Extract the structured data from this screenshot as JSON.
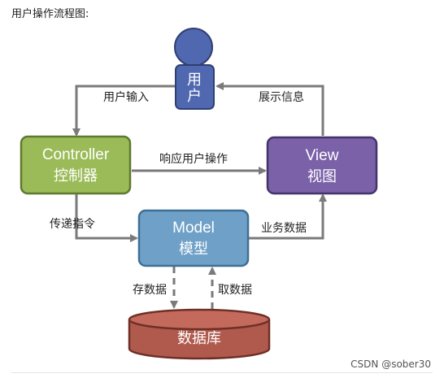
{
  "page": {
    "title": "用户操作流程图:",
    "watermark": "CSDN @sober30"
  },
  "nodes": {
    "user": {
      "label_line1": "用",
      "label_line2": "户",
      "color": "#5068b0"
    },
    "controller": {
      "label_en": "Controller",
      "label_zh": "控制器",
      "color": "#9bbb59"
    },
    "view": {
      "label_en": "View",
      "label_zh": "视图",
      "color": "#7a61a8"
    },
    "model": {
      "label_en": "Model",
      "label_zh": "模型",
      "color": "#6ea0c8"
    },
    "database": {
      "label": "数据库",
      "color": "#b05a4e"
    }
  },
  "edges": {
    "user_input": "用户输入",
    "show_info": "展示信息",
    "respond": "响应用户操作",
    "pass_command": "传递指令",
    "business_data": "业务数据",
    "store_data": "存数据",
    "fetch_data": "取数据"
  }
}
